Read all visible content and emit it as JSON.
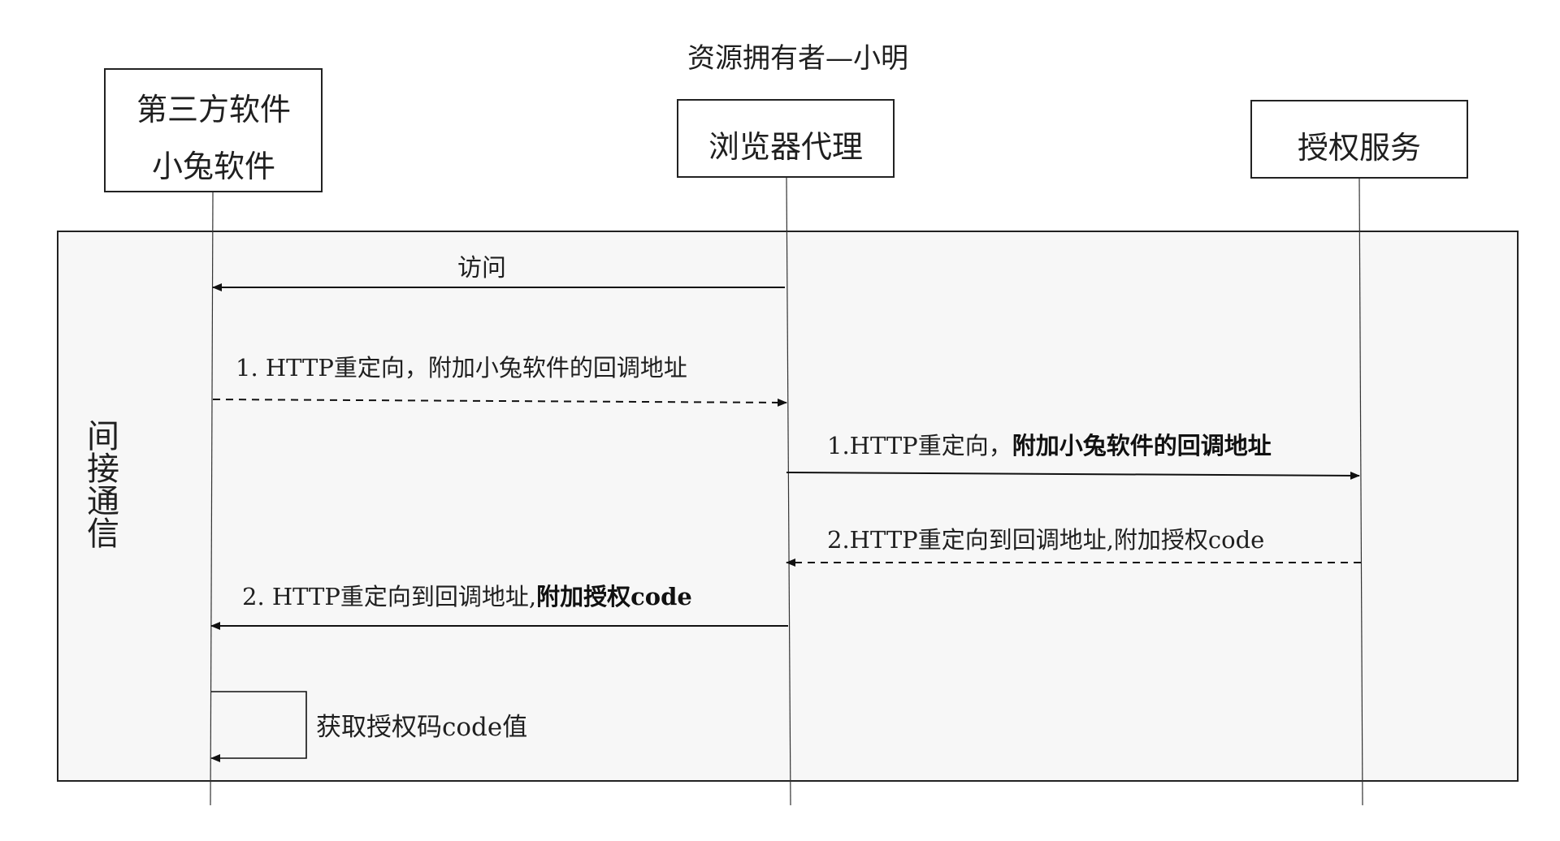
{
  "title": "资源拥有者—小明",
  "participants": {
    "third_party_line1": "第三方软件",
    "third_party_line2": "小兔软件",
    "browser": "浏览器代理",
    "auth": "授权服务"
  },
  "group_label": "间接通信",
  "messages": {
    "m0": "访问",
    "m1": "1. HTTP重定向，附加小兔软件的回调地址",
    "m2_plain": "1.HTTP重定向，",
    "m2_bold": "附加小兔软件的回调地址",
    "m3": "2.HTTP重定向到回调地址,附加授权code",
    "m4_plain": "2. HTTP重定向到回调地址,",
    "m4_bold": "附加授权code",
    "m5": "获取授权码code值"
  },
  "colors": {
    "group_bg": "#f7f7f7",
    "line": "#222222"
  }
}
